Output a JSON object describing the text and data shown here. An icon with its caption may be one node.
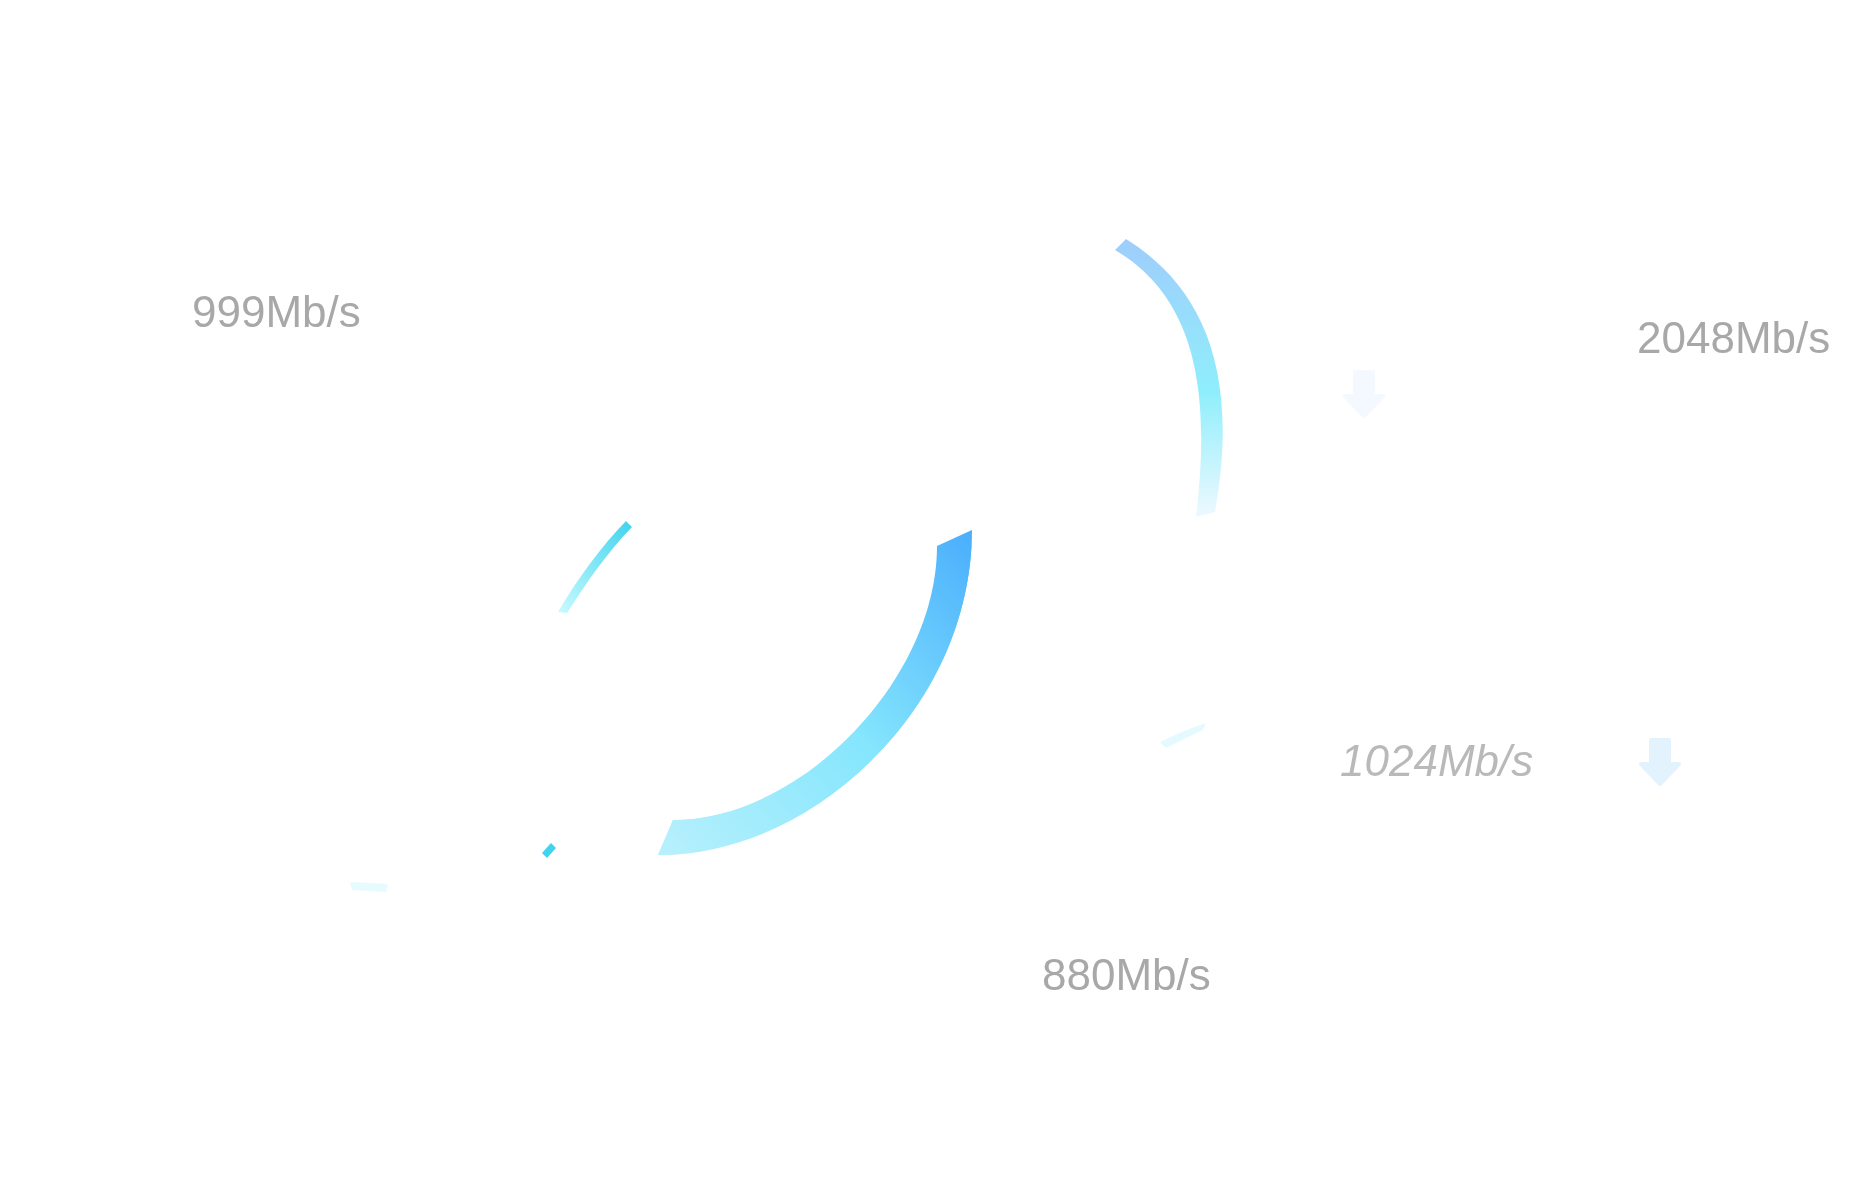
{
  "diagram": {
    "labels": [
      "999Mb/s",
      "2048Mb/s",
      "1024Mb/s",
      "880Mb/s"
    ]
  }
}
